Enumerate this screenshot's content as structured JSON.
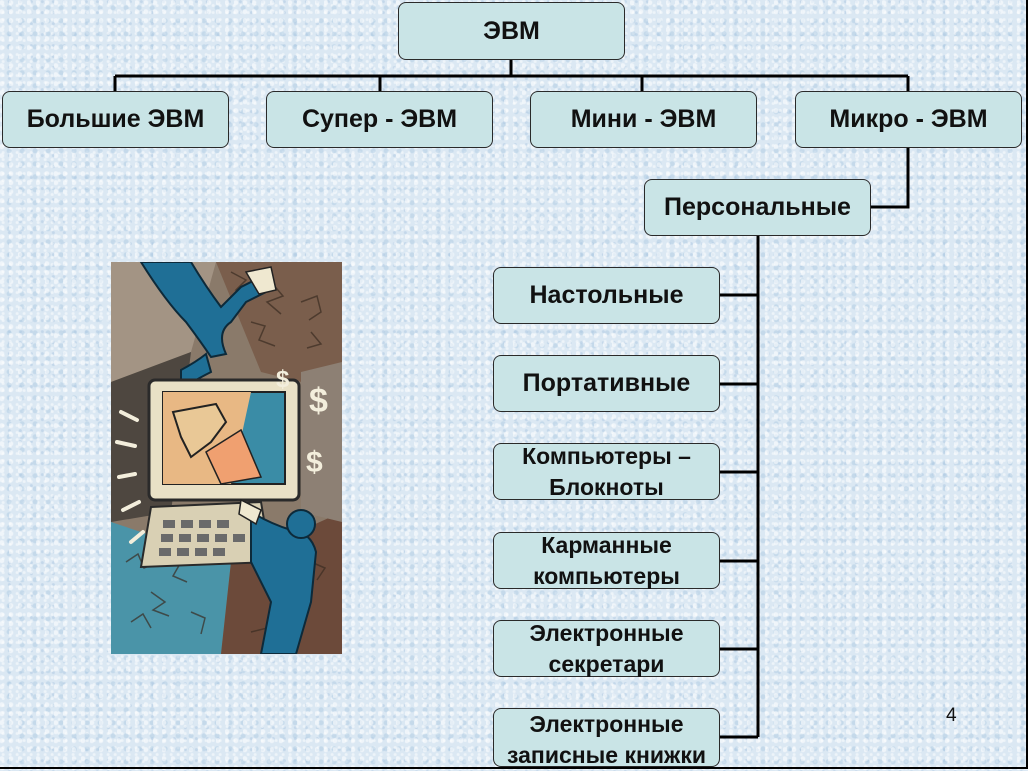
{
  "root": {
    "label": "ЭВМ"
  },
  "categories": [
    {
      "label": "Большие ЭВМ"
    },
    {
      "label": "Супер - ЭВМ"
    },
    {
      "label": "Мини - ЭВМ"
    },
    {
      "label": "Микро - ЭВМ"
    }
  ],
  "personal": {
    "label": "Персональные"
  },
  "personal_types": [
    {
      "label": "Настольные"
    },
    {
      "label": "Портативные"
    },
    {
      "label": "Компьютеры –\nБлокноты"
    },
    {
      "label": "Карманные\nкомпьютеры"
    },
    {
      "label": "Электронные\nсекретари"
    },
    {
      "label": "Электронные\nзаписные книжки"
    }
  ],
  "page_number": "4",
  "colors": {
    "box_fill": "#c9e4e6",
    "box_border": "#2a2a2a",
    "connector": "#000000",
    "background": "#dbe8f3"
  },
  "clipart": {
    "icon": "person-computer-clipart",
    "symbols": [
      "$",
      "$",
      "$"
    ]
  }
}
